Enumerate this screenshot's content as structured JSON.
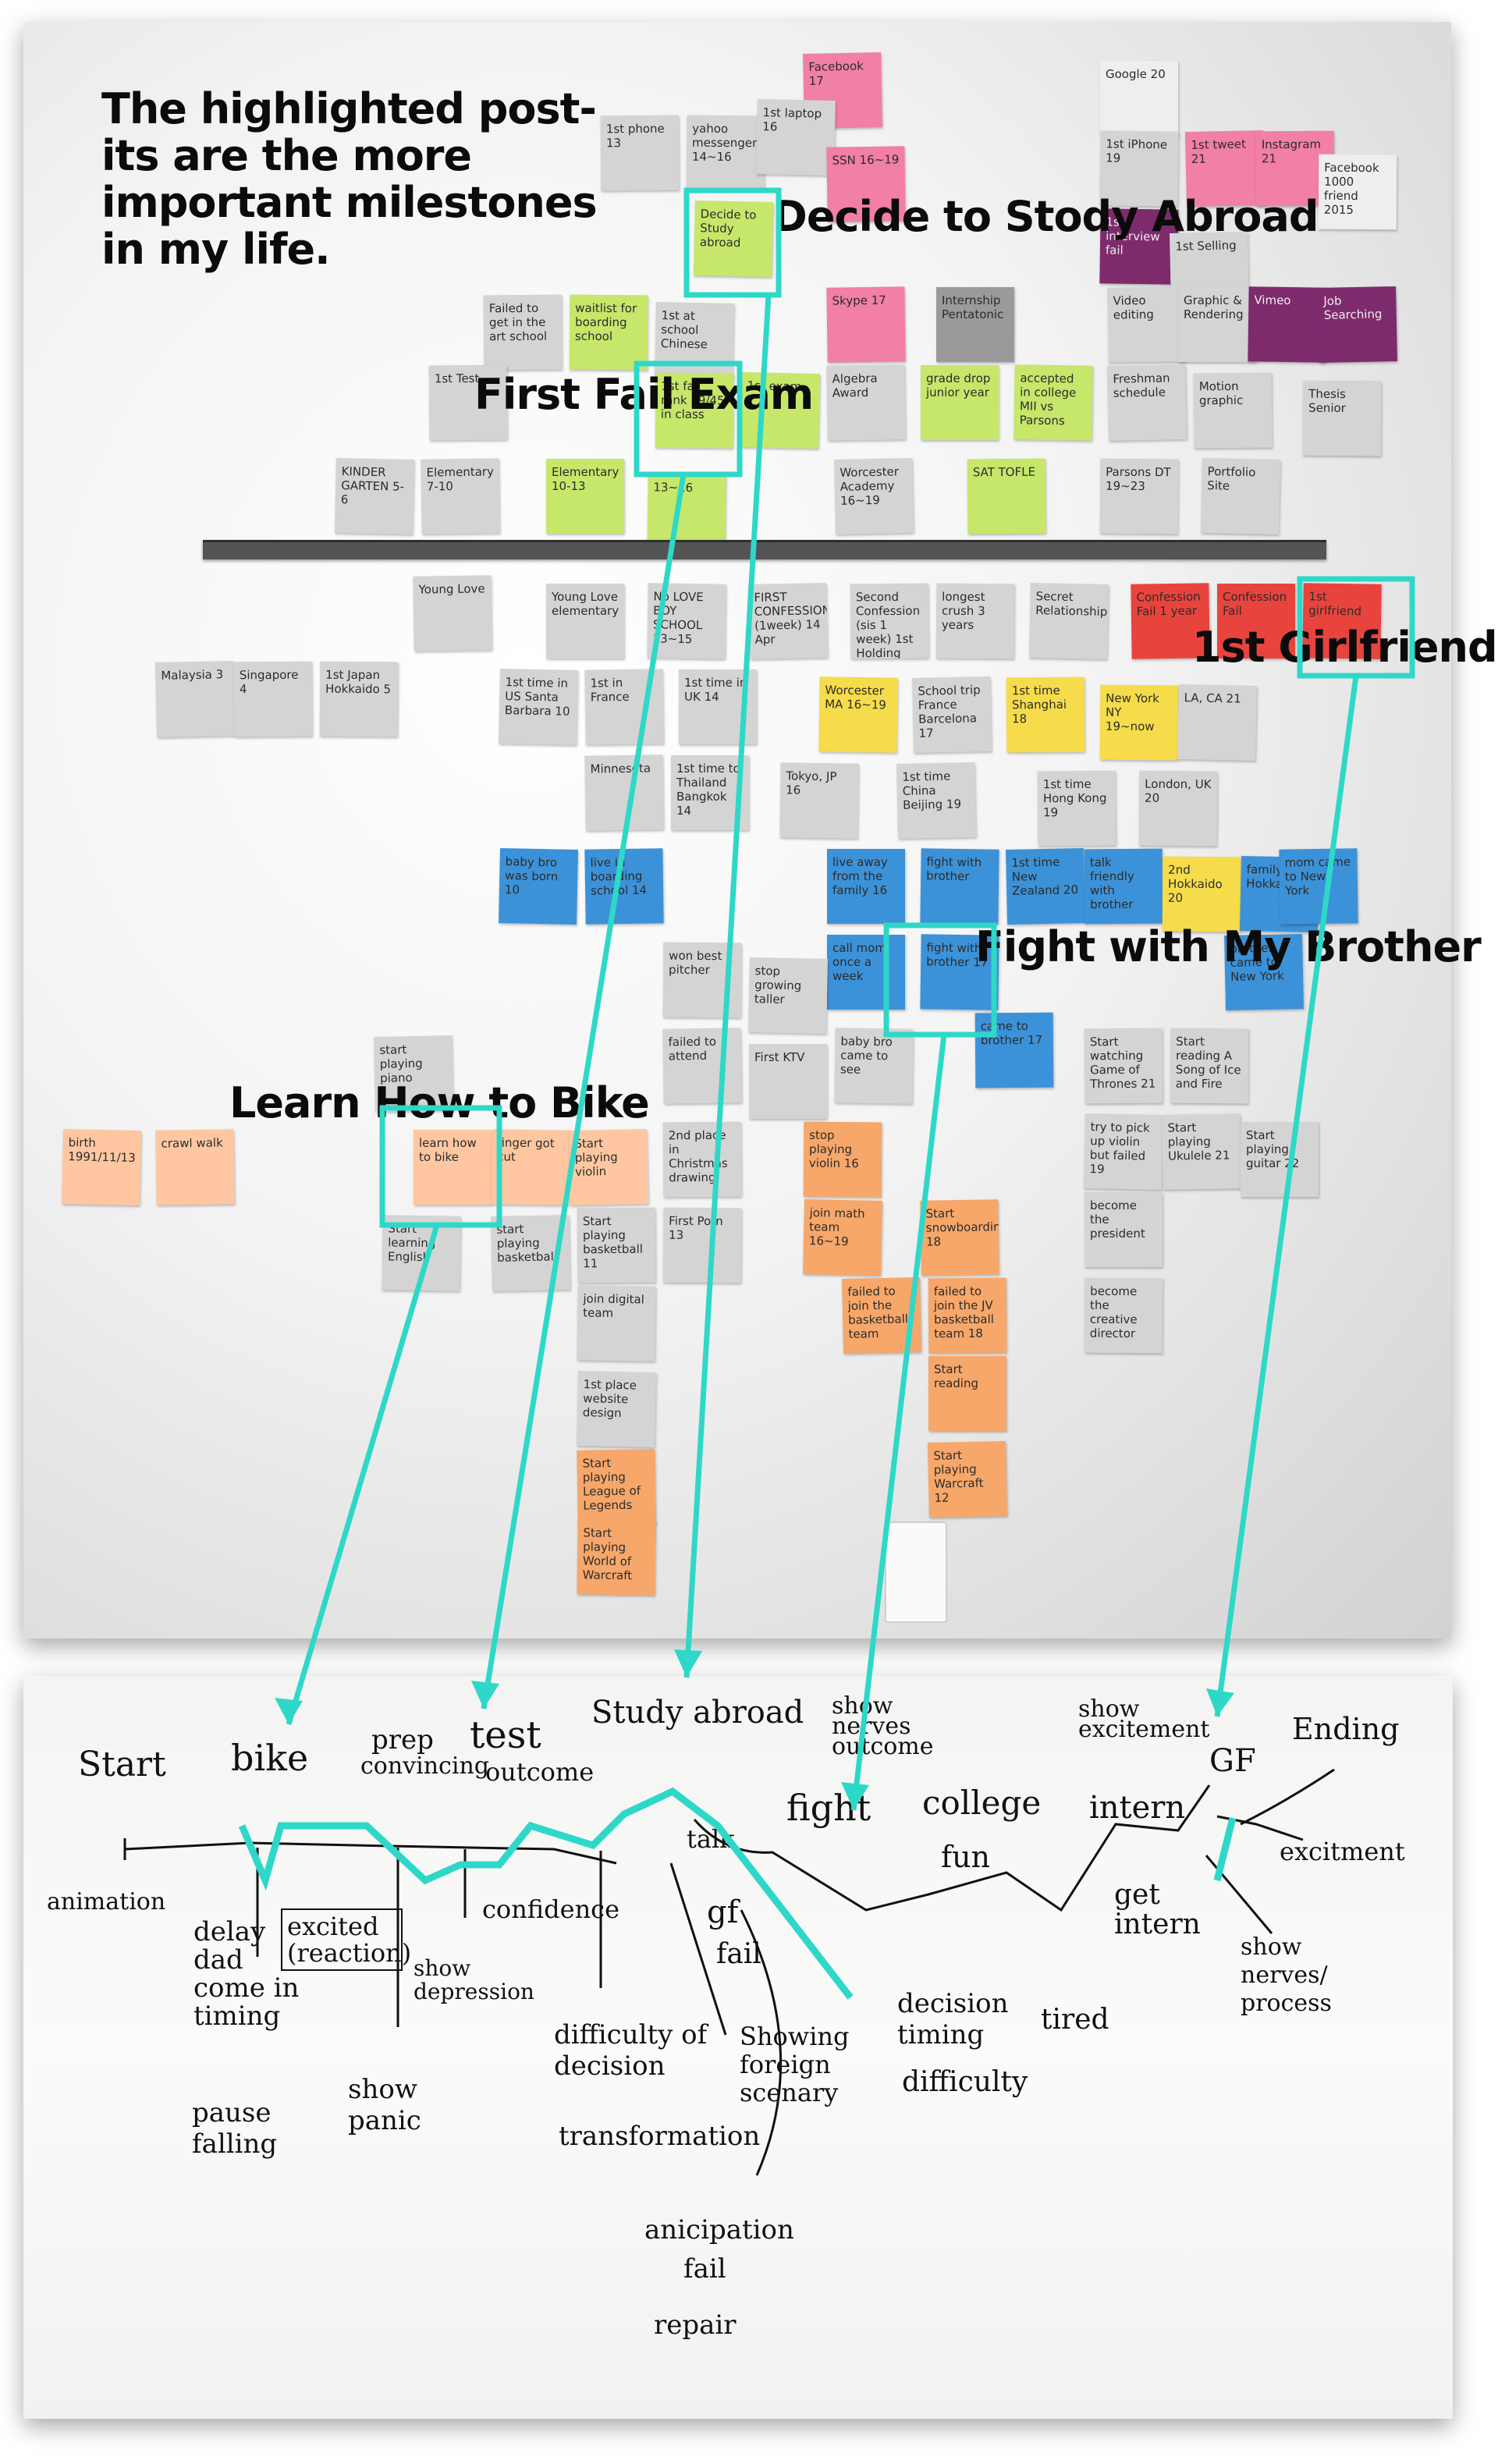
{
  "headline": "The highlighted post-its are the more important milestones in my life.",
  "callouts": {
    "study_abroad": "Decide to Stody Abroad",
    "first_fail": "First Fail Exam",
    "girlfriend": "1st Girlfriend",
    "fight": "Fight with My Brother",
    "bike": "Learn How to Bike"
  },
  "colors": {
    "highlight": "#2ed8c8",
    "bar": "#545454"
  },
  "wall_notes": [
    {
      "t": "Facebook 17",
      "c": "pink"
    },
    {
      "t": "1st phone 13",
      "c": "gray"
    },
    {
      "t": "yahoo messenger 14~16",
      "c": "gray"
    },
    {
      "t": "1st laptop 16",
      "c": "gray"
    },
    {
      "t": "SSN 16~19",
      "c": "pink"
    },
    {
      "t": "Google 20",
      "c": "white"
    },
    {
      "t": "1st iPhone 19",
      "c": "gray"
    },
    {
      "t": "1st tweet 21",
      "c": "pink"
    },
    {
      "t": "Instagram 21",
      "c": "pink"
    },
    {
      "t": "Facebook 1000 friend 2015",
      "c": "white"
    },
    {
      "t": "Decide to Study abroad",
      "c": "green"
    },
    {
      "t": "Skype 17",
      "c": "pink"
    },
    {
      "t": "Internship Pentatonic",
      "c": "dark"
    },
    {
      "t": "1st interview fail",
      "c": "purple"
    },
    {
      "t": "1st Selling",
      "c": "gray"
    },
    {
      "t": "Failed to get in the art school",
      "c": "gray"
    },
    {
      "t": "waitlist for boarding school",
      "c": "green"
    },
    {
      "t": "1st at school Chinese",
      "c": "gray"
    },
    {
      "t": "Video editing",
      "c": "gray"
    },
    {
      "t": "Graphic & Rendering",
      "c": "gray"
    },
    {
      "t": "Vimeo",
      "c": "purple"
    },
    {
      "t": "Job Searching",
      "c": "purple"
    },
    {
      "t": "1st Test",
      "c": "gray"
    },
    {
      "t": "1st fail rank 39/45 in class",
      "c": "green"
    },
    {
      "t": "1st exam",
      "c": "green"
    },
    {
      "t": "Algebra Award",
      "c": "gray"
    },
    {
      "t": "grade drop junior year",
      "c": "green"
    },
    {
      "t": "accepted in college MII vs Parsons",
      "c": "green"
    },
    {
      "t": "Freshman schedule",
      "c": "gray"
    },
    {
      "t": "Motion graphic",
      "c": "gray"
    },
    {
      "t": "Thesis Senior",
      "c": "gray"
    },
    {
      "t": "KINDER GARTEN 5-6",
      "c": "gray"
    },
    {
      "t": "Elementary 7-10",
      "c": "gray"
    },
    {
      "t": "Elementary 10-13",
      "c": "green"
    },
    {
      "t": "13~16",
      "c": "green"
    },
    {
      "t": "Worcester Academy 16~19",
      "c": "gray"
    },
    {
      "t": "SAT TOFLE",
      "c": "green"
    },
    {
      "t": "Parsons DT 19~23",
      "c": "gray"
    },
    {
      "t": "Portfolio Site",
      "c": "gray"
    },
    {
      "t": "Young Love",
      "c": "gray"
    },
    {
      "t": "Young Love elementary",
      "c": "gray"
    },
    {
      "t": "No LOVE BOY SCHOOL 13~15",
      "c": "gray"
    },
    {
      "t": "FIRST CONFESSION (1week) 14 Apr",
      "c": "gray"
    },
    {
      "t": "Second Confession (sis 1 week) 1st Holding",
      "c": "gray"
    },
    {
      "t": "longest crush 3 years",
      "c": "gray"
    },
    {
      "t": "Secret Relationship",
      "c": "gray"
    },
    {
      "t": "Confession Fail 1 year",
      "c": "red"
    },
    {
      "t": "Confession Fail",
      "c": "red"
    },
    {
      "t": "1st girlfriend",
      "c": "red"
    },
    {
      "t": "Malaysia 3",
      "c": "gray"
    },
    {
      "t": "Singapore 4",
      "c": "gray"
    },
    {
      "t": "1st Japan Hokkaido 5",
      "c": "gray"
    },
    {
      "t": "1st time in US Santa Barbara 10",
      "c": "gray"
    },
    {
      "t": "1st in France",
      "c": "gray"
    },
    {
      "t": "1st time in UK 14",
      "c": "gray"
    },
    {
      "t": "Worcester MA 16~19",
      "c": "yellow"
    },
    {
      "t": "School trip France Barcelona 17",
      "c": "gray"
    },
    {
      "t": "1st time Shanghai 18",
      "c": "yellow"
    },
    {
      "t": "New York NY 19~now",
      "c": "yellow"
    },
    {
      "t": "LA, CA 21",
      "c": "gray"
    },
    {
      "t": "Minnesota",
      "c": "gray"
    },
    {
      "t": "1st time to Thailand Bangkok 14",
      "c": "gray"
    },
    {
      "t": "Tokyo, JP 16",
      "c": "gray"
    },
    {
      "t": "1st time China Beijing 19",
      "c": "gray"
    },
    {
      "t": "1st time Hong Kong 19",
      "c": "gray"
    },
    {
      "t": "London, UK 20",
      "c": "gray"
    },
    {
      "t": "baby bro was born 10",
      "c": "blue"
    },
    {
      "t": "live in boarding school 14",
      "c": "blue"
    },
    {
      "t": "live away from the family 16",
      "c": "blue"
    },
    {
      "t": "fight with brother",
      "c": "blue"
    },
    {
      "t": "1st time New Zealand 20",
      "c": "blue"
    },
    {
      "t": "talk friendly with brother",
      "c": "blue"
    },
    {
      "t": "2nd Hokkaido 20",
      "c": "yellow"
    },
    {
      "t": "family trip Hokkaido",
      "c": "blue"
    },
    {
      "t": "mom came to New York",
      "c": "blue"
    },
    {
      "t": "call mom once a week",
      "c": "blue"
    },
    {
      "t": "fight with brother 17",
      "c": "blue"
    },
    {
      "t": "brother came to New York",
      "c": "blue"
    },
    {
      "t": "came to brother 17",
      "c": "blue"
    },
    {
      "t": "won best pitcher",
      "c": "gray"
    },
    {
      "t": "stop growing taller",
      "c": "gray"
    },
    {
      "t": "failed to attend",
      "c": "gray"
    },
    {
      "t": "First KTV",
      "c": "gray"
    },
    {
      "t": "baby bro came to see",
      "c": "gray"
    },
    {
      "t": "start playing piano",
      "c": "gray"
    },
    {
      "t": "Start watching Game of Thrones 21",
      "c": "gray"
    },
    {
      "t": "Start reading A Song of Ice and Fire",
      "c": "gray"
    },
    {
      "t": "birth 1991/11/13",
      "c": "light"
    },
    {
      "t": "crawl walk",
      "c": "light"
    },
    {
      "t": "learn how to bike",
      "c": "light"
    },
    {
      "t": "finger got cut",
      "c": "light"
    },
    {
      "t": "Start playing violin",
      "c": "light"
    },
    {
      "t": "2nd place in Christmas drawing",
      "c": "gray"
    },
    {
      "t": "stop playing violin 16",
      "c": "orange"
    },
    {
      "t": "try to pick up violin but failed 19",
      "c": "gray"
    },
    {
      "t": "Start playing Ukulele 21",
      "c": "gray"
    },
    {
      "t": "Start playing guitar 22",
      "c": "gray"
    },
    {
      "t": "Start learning English",
      "c": "gray"
    },
    {
      "t": "start playing basketball",
      "c": "gray"
    },
    {
      "t": "Start playing basketball 11",
      "c": "gray"
    },
    {
      "t": "First Porn 13",
      "c": "gray"
    },
    {
      "t": "join math team 16~19",
      "c": "orange"
    },
    {
      "t": "Start snowboarding 18",
      "c": "orange"
    },
    {
      "t": "become the president",
      "c": "gray"
    },
    {
      "t": "join digital team",
      "c": "gray"
    },
    {
      "t": "failed to join the basketball team",
      "c": "orange"
    },
    {
      "t": "failed to join the JV basketball team 18",
      "c": "orange"
    },
    {
      "t": "become the creative director",
      "c": "gray"
    },
    {
      "t": "1st place website design",
      "c": "gray"
    },
    {
      "t": "Start playing League of Legends",
      "c": "orange"
    },
    {
      "t": "Start reading",
      "c": "orange"
    },
    {
      "t": "Start playing World of Warcraft",
      "c": "orange"
    },
    {
      "t": "Start playing Warcraft 12",
      "c": "orange"
    }
  ],
  "board_words": {
    "start": "Start",
    "bike": "bike",
    "prep": "prep",
    "convincing": "convincing",
    "test": "test",
    "outcome": "outcome",
    "study_abroad": "Study abroad",
    "show_nerves_outcome": "show nerves outcome",
    "show_excitement": "show excitement",
    "gf": "GF",
    "ending": "Ending",
    "animation": "animation",
    "delay_dad": "delay dad come in timing",
    "excited": "excited (reaction)",
    "show_depression": "show depression",
    "confidence": "confidence",
    "talk": "talk",
    "gf2": "gf",
    "fail": "fail",
    "fight": "fight",
    "college": "college",
    "fun": "fun",
    "intern": "intern",
    "get_intern": "get intern",
    "excitement": "excitment",
    "show_nerves_process": "show nerves/ process",
    "pause_falling": "pause falling",
    "show_panic": "show panic",
    "difficulty": "difficulty of decision",
    "transformation": "transformation",
    "showing_foreign": "Showing foreign scenary",
    "decision_timing": "decision timing",
    "difficulty2": "difficulty",
    "tired": "tired",
    "anticipation": "anicipation",
    "fail2": "fail",
    "repair": "repair"
  }
}
